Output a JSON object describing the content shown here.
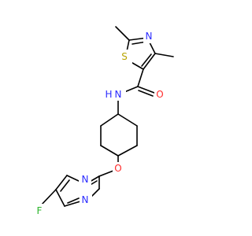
{
  "molecule": {
    "atoms": {
      "S": {
        "label": "S",
        "color": "#B8A400"
      },
      "N_thiazole": {
        "label": "N",
        "color": "#2B2BFF"
      },
      "N_amide": {
        "label": "N",
        "color": "#2B2BFF"
      },
      "H_amide": {
        "label": "H",
        "color": "#2B2BFF"
      },
      "O_carbonyl": {
        "label": "O",
        "color": "#FF2B2B"
      },
      "O_ether": {
        "label": "O",
        "color": "#FF2B2B"
      },
      "N_pyr_1": {
        "label": "N",
        "color": "#2B2BFF"
      },
      "N_pyr_2": {
        "label": "N",
        "color": "#2B2BFF"
      },
      "F": {
        "label": "F",
        "color": "#2BB52B"
      }
    }
  }
}
